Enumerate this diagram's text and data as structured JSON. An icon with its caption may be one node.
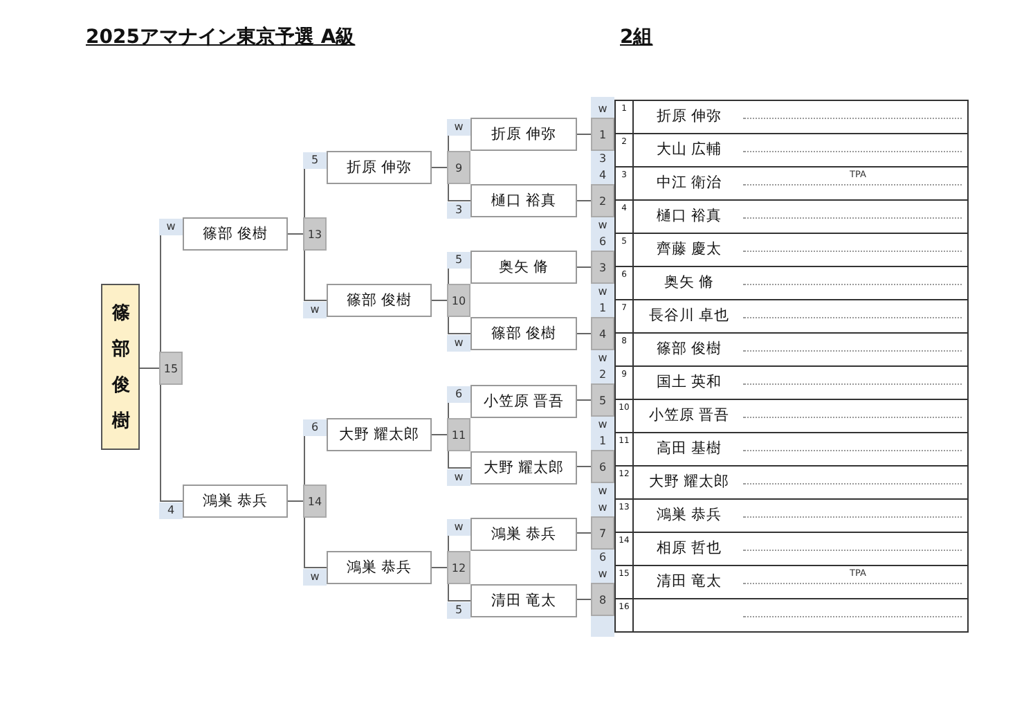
{
  "diagram": {
    "title": "2025アマナイン東京予選 A級",
    "nodes": [
      {
        "text": [
          "篠部俊樹"
        ]
      },
      {
        "text": [
          "15"
        ]
      },
      {
        "text": [
          "篠部 俊樹"
        ],
        "beside": [
          "w"
        ]
      },
      {
        "text": [
          "鴻巣 恭兵"
        ],
        "beside": [
          "4"
        ]
      },
      {
        "text": [
          "13"
        ]
      },
      {
        "text": [
          "14"
        ]
      },
      {
        "text": [
          "折原 伸弥"
        ],
        "beside": [
          "5"
        ]
      },
      {
        "text": [
          "篠部 俊樹"
        ],
        "beside": [
          "w"
        ]
      },
      {
        "text": [
          "大野 耀太郎"
        ],
        "beside": [
          "6"
        ]
      },
      {
        "text": [
          "鴻巣 恭兵"
        ],
        "beside": [
          "w"
        ]
      },
      {
        "text": [
          "9"
        ]
      },
      {
        "text": [
          "10"
        ]
      },
      {
        "text": [
          "11"
        ]
      },
      {
        "text": [
          "12"
        ]
      },
      {
        "text": [
          "折原 伸弥"
        ],
        "beside": [
          "w"
        ]
      },
      {
        "text": [
          "樋口 裕真"
        ],
        "beside": [
          "3"
        ]
      },
      {
        "text": [
          "奥矢 脩"
        ],
        "beside": [
          "5"
        ]
      },
      {
        "text": [
          "篠部 俊樹"
        ],
        "beside": [
          "w"
        ]
      },
      {
        "text": [
          "小笠原 晋吾"
        ],
        "beside": [
          "6"
        ]
      },
      {
        "text": [
          "大野 耀太郎"
        ],
        "beside": [
          "w"
        ]
      },
      {
        "text": [
          "鴻巣 恭兵"
        ],
        "beside": [
          "w"
        ]
      },
      {
        "text": [
          "清田 竜太"
        ],
        "beside": [
          "5"
        ]
      },
      {
        "text": [
          "1"
        ]
      },
      {
        "text": [
          "2"
        ]
      },
      {
        "text": [
          "3"
        ]
      },
      {
        "text": [
          "4"
        ]
      },
      {
        "text": [
          "5"
        ]
      },
      {
        "text": [
          "6"
        ]
      },
      {
        "text": [
          "7"
        ]
      },
      {
        "text": [
          "8"
        ]
      },
      {
        "text": [
          "1",
          "折原 伸弥"
        ],
        "beside": [
          "w"
        ]
      },
      {
        "text": [
          "2",
          "大山 広輔"
        ],
        "beside": [
          "3"
        ]
      },
      {
        "text": [
          "3",
          "中江 衛治",
          "TPA"
        ],
        "beside": [
          "4"
        ]
      },
      {
        "text": [
          "4",
          "樋口 裕真"
        ],
        "beside": [
          "w"
        ]
      },
      {
        "text": [
          "5",
          "齊藤 慶太"
        ],
        "beside": [
          "6"
        ]
      },
      {
        "text": [
          "6",
          "奥矢 脩"
        ],
        "beside": [
          "w"
        ]
      },
      {
        "text": [
          "7",
          "長谷川 卓也"
        ],
        "beside": [
          "1"
        ]
      },
      {
        "text": [
          "8",
          "篠部 俊樹"
        ],
        "beside": [
          "w"
        ]
      },
      {
        "text": [
          "9",
          "国土 英和"
        ],
        "beside": [
          "2"
        ]
      },
      {
        "text": [
          "10",
          "小笠原 晋吾"
        ],
        "beside": [
          "w"
        ]
      },
      {
        "text": [
          "11",
          "高田 基樹"
        ],
        "beside": [
          "1"
        ]
      },
      {
        "text": [
          "12",
          "大野 耀太郎"
        ],
        "beside": [
          "w"
        ]
      },
      {
        "text": [
          "13",
          "鴻巣 恭兵"
        ],
        "beside": [
          "w"
        ]
      },
      {
        "text": [
          "14",
          "相原 哲也"
        ],
        "beside": [
          "6"
        ]
      },
      {
        "text": [
          "15",
          "清田 竜太",
          "TPA"
        ],
        "beside": [
          "w"
        ]
      },
      {
        "text": [
          "16"
        ]
      }
    ],
    "edges": [
      {
        "from": 1,
        "to": 0,
        "arrow": "none"
      },
      {
        "from": 2,
        "to": 1,
        "arrow": "none"
      },
      {
        "from": 3,
        "to": 1,
        "arrow": "none"
      },
      {
        "from": 4,
        "to": 2,
        "arrow": "none"
      },
      {
        "from": 5,
        "to": 3,
        "arrow": "none"
      },
      {
        "from": 6,
        "to": 4,
        "arrow": "none"
      },
      {
        "from": 7,
        "to": 4,
        "arrow": "none"
      },
      {
        "from": 8,
        "to": 5,
        "arrow": "none"
      },
      {
        "from": 9,
        "to": 5,
        "arrow": "none"
      },
      {
        "from": 10,
        "to": 6,
        "arrow": "none"
      },
      {
        "from": 11,
        "to": 7,
        "arrow": "none"
      },
      {
        "from": 12,
        "to": 8,
        "arrow": "none"
      },
      {
        "from": 13,
        "to": 9,
        "arrow": "none"
      },
      {
        "from": 14,
        "to": 10,
        "arrow": "none"
      },
      {
        "from": 15,
        "to": 10,
        "arrow": "none"
      },
      {
        "from": 16,
        "to": 11,
        "arrow": "none"
      },
      {
        "from": 17,
        "to": 11,
        "arrow": "none"
      },
      {
        "from": 18,
        "to": 12,
        "arrow": "none"
      },
      {
        "from": 19,
        "to": 12,
        "arrow": "none"
      },
      {
        "from": 20,
        "to": 13,
        "arrow": "none"
      },
      {
        "from": 21,
        "to": 13,
        "arrow": "none"
      },
      {
        "from": 22,
        "to": 14,
        "arrow": "none"
      },
      {
        "from": 23,
        "to": 15,
        "arrow": "none"
      },
      {
        "from": 24,
        "to": 16,
        "arrow": "none"
      },
      {
        "from": 25,
        "to": 17,
        "arrow": "none"
      },
      {
        "from": 26,
        "to": 18,
        "arrow": "none"
      },
      {
        "from": 27,
        "to": 19,
        "arrow": "none"
      },
      {
        "from": 28,
        "to": 20,
        "arrow": "none"
      },
      {
        "from": 29,
        "to": 21,
        "arrow": "none"
      }
    ],
    "labels": [
      "2組"
    ]
  }
}
